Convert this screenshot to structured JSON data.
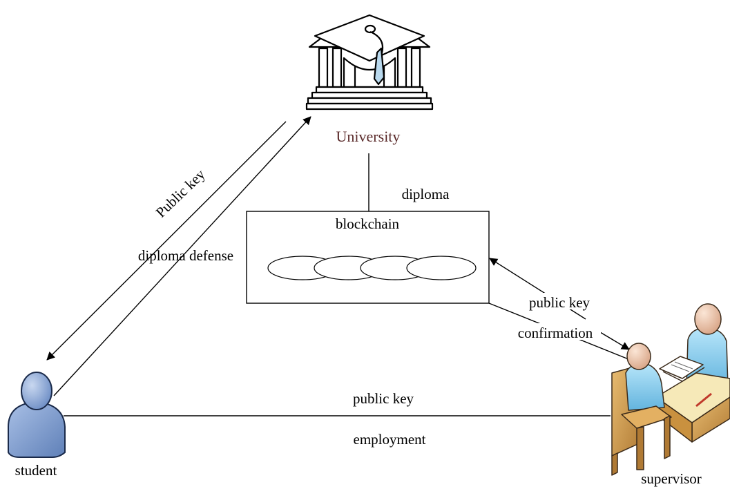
{
  "nodes": {
    "university": {
      "label": "University",
      "label_color": "#5a2a2a"
    },
    "student": {
      "label": "student"
    },
    "supervisor": {
      "label": "supervisor"
    },
    "blockchain": {
      "label": "blockchain",
      "block_count": 4
    }
  },
  "edges": {
    "university_blockchain": {
      "label": "diploma"
    },
    "university_to_student": {
      "label": "Public key"
    },
    "student_to_university": {
      "label": "diploma defense"
    },
    "supervisor_blockchain": {
      "label_top": "public key",
      "label_bottom": "confirmation"
    },
    "student_supervisor": {
      "label_top": "public key",
      "label_bottom": "employment"
    }
  },
  "icons": {
    "university": "university-building-icon",
    "student": "person-icon",
    "supervisor": "office-meeting-icon"
  },
  "colors": {
    "student_body": "#7f9fd0",
    "supervisor_desk": "#d9a85a",
    "supervisor_shirt": "#8fd0f0",
    "supervisor_skin": "#f2c9a8"
  }
}
